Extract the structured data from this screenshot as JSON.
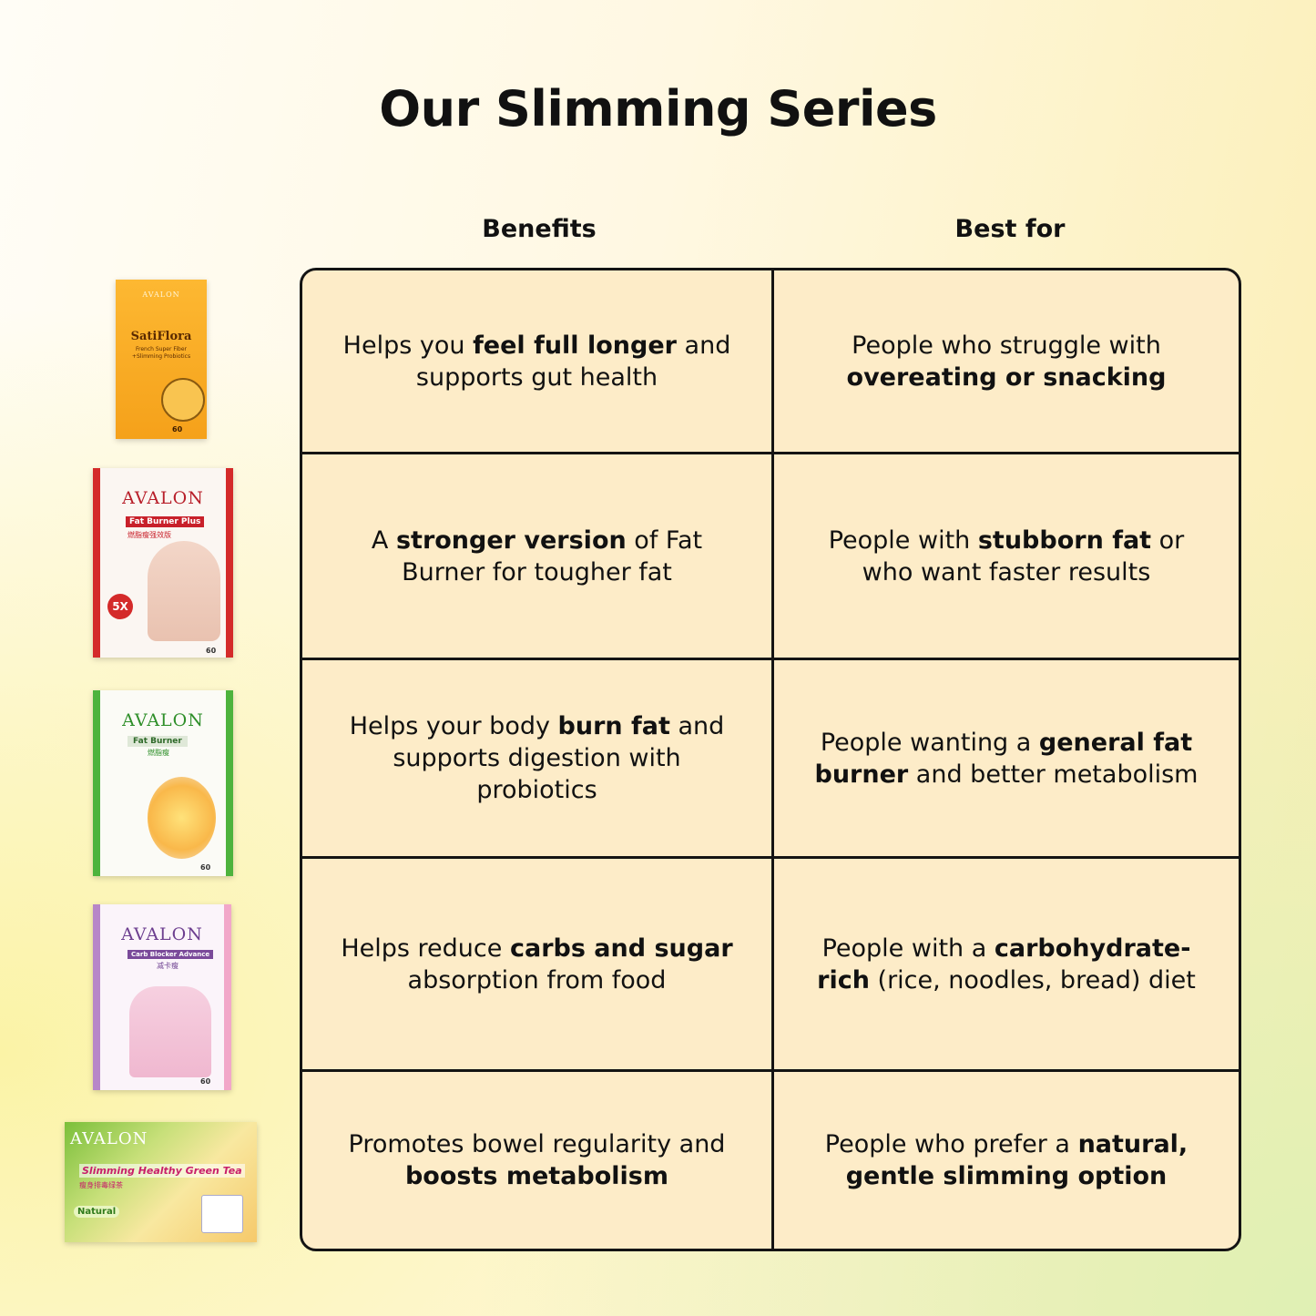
{
  "title": "Our Slimming Series",
  "columns": {
    "benefits": "Benefits",
    "best_for": "Best for"
  },
  "products": [
    {
      "brand": "AVALON",
      "name": "SatiFlora",
      "subtitle": "French Super Fiber +Slimming Probiotics",
      "count": "60"
    },
    {
      "brand": "AVALON",
      "name": "Fat Burner Plus",
      "subtitle": "燃脂瘦强效版",
      "badge": "5X",
      "count": "60"
    },
    {
      "brand": "AVALON",
      "name": "Fat Burner",
      "subtitle": "燃脂瘦",
      "count": "60"
    },
    {
      "brand": "AVALON",
      "name": "Carb Blocker Advance",
      "subtitle": "减卡瘦",
      "count": "60"
    },
    {
      "brand": "AVALON",
      "name": "Slimming Healthy Green Tea",
      "subtitle": "瘦身排毒绿茶",
      "badge": "Natural"
    }
  ],
  "rows": [
    {
      "benefit": [
        [
          "Helps you ",
          false
        ],
        [
          "feel full longer",
          true
        ],
        [
          " and supports gut health",
          false
        ]
      ],
      "best_for": [
        [
          "People who struggle with ",
          false
        ],
        [
          "overeating or snacking",
          true
        ]
      ]
    },
    {
      "benefit": [
        [
          "A ",
          false
        ],
        [
          "stronger version",
          true
        ],
        [
          " of Fat Burner for tougher fat",
          false
        ]
      ],
      "best_for": [
        [
          "People with ",
          false
        ],
        [
          "stubborn fat",
          true
        ],
        [
          " or who want faster results",
          false
        ]
      ]
    },
    {
      "benefit": [
        [
          "Helps your body ",
          false
        ],
        [
          "burn fat",
          true
        ],
        [
          " and supports digestion with probiotics",
          false
        ]
      ],
      "best_for": [
        [
          "People wanting a ",
          false
        ],
        [
          "general fat burner",
          true
        ],
        [
          " and better metabolism",
          false
        ]
      ]
    },
    {
      "benefit": [
        [
          "Helps reduce ",
          false
        ],
        [
          "carbs and sugar",
          true
        ],
        [
          " absorption from food",
          false
        ]
      ],
      "best_for": [
        [
          "People with a ",
          false
        ],
        [
          "carbohydrate-rich",
          true
        ],
        [
          " (rice, noodles, bread) diet",
          false
        ]
      ]
    },
    {
      "benefit": [
        [
          "Promotes bowel regularity and ",
          false
        ],
        [
          "boosts metabolism",
          true
        ]
      ],
      "best_for": [
        [
          "People who prefer a ",
          false
        ],
        [
          "natural, gentle slimming option",
          true
        ]
      ]
    }
  ]
}
